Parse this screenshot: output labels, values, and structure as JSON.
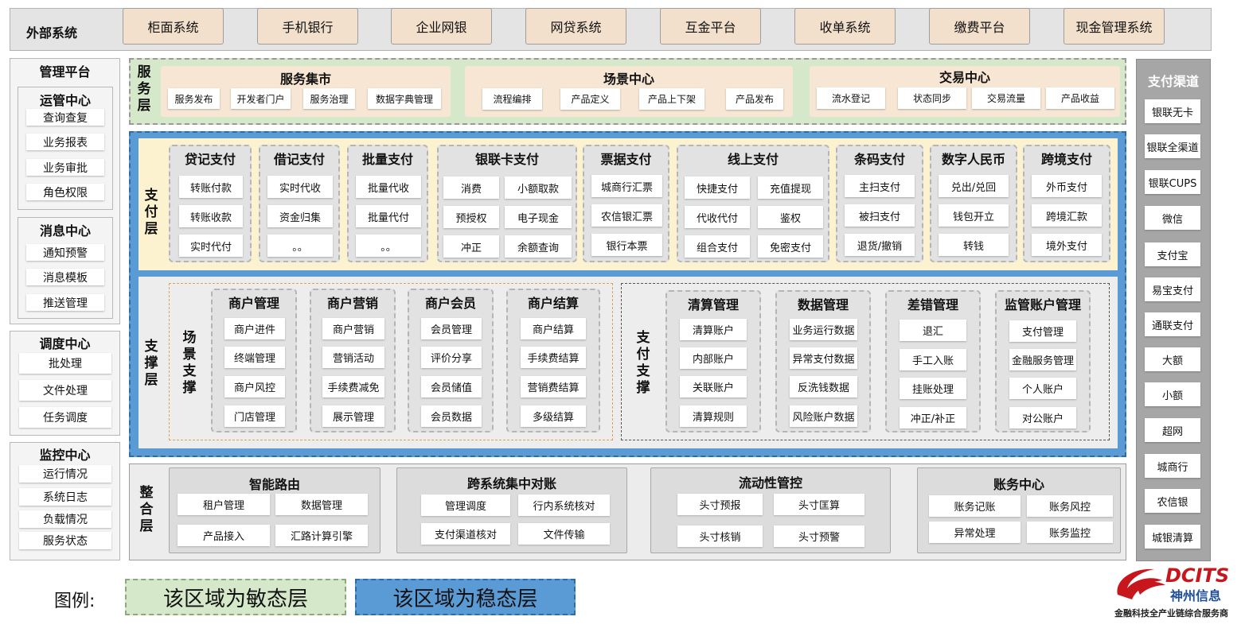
{
  "external": {
    "label": "外部系统",
    "items": [
      "柜面系统",
      "手机银行",
      "企业网银",
      "网贷系统",
      "互金平台",
      "收单系统",
      "缴费平台",
      "现金管理系统"
    ]
  },
  "mgmt": {
    "title": "管理平台",
    "sections": [
      {
        "title": "运管中心",
        "items": [
          "查询查复",
          "业务报表",
          "业务审批",
          "角色权限"
        ]
      },
      {
        "title": "消息中心",
        "items": [
          "通知预警",
          "消息模板",
          "推送管理"
        ]
      },
      {
        "title": "调度中心",
        "items": [
          "批处理",
          "文件处理",
          "任务调度"
        ]
      },
      {
        "title": "监控中心",
        "items": [
          "运行情况",
          "系统日志",
          "负载情况",
          "服务状态"
        ]
      }
    ]
  },
  "service": {
    "label": "服务层",
    "groups": [
      {
        "title": "服务集市",
        "items": [
          "服务发布",
          "开发者门户",
          "服务治理",
          "数据字典管理"
        ]
      },
      {
        "title": "场景中心",
        "items": [
          "流程编排",
          "产品定义",
          "产品上下架",
          "产品发布"
        ]
      },
      {
        "title": "交易中心",
        "items": [
          "流水登记",
          "状态同步",
          "交易流量",
          "产品收益"
        ]
      }
    ]
  },
  "payment": {
    "label": "支付层",
    "groups": [
      {
        "title": "贷记支付",
        "items": [
          "转账付款",
          "转账收款",
          "实时代付"
        ]
      },
      {
        "title": "借记支付",
        "items": [
          "实时代收",
          "资金归集",
          "。。"
        ]
      },
      {
        "title": "批量支付",
        "items": [
          "批量代收",
          "批量代付",
          "。。"
        ]
      },
      {
        "title": "银联卡支付",
        "items": [
          "消费",
          "小额取款",
          "预授权",
          "电子现金",
          "冲正",
          "余额查询"
        ]
      },
      {
        "title": "票据支付",
        "items": [
          "城商行汇票",
          "农信银汇票",
          "银行本票"
        ]
      },
      {
        "title": "线上支付",
        "items": [
          "快捷支付",
          "充值提现",
          "代收代付",
          "鉴权",
          "组合支付",
          "免密支付"
        ]
      },
      {
        "title": "条码支付",
        "items": [
          "主扫支付",
          "被扫支付",
          "退货/撤销"
        ]
      },
      {
        "title": "数字人民币",
        "items": [
          "兑出/兑回",
          "钱包开立",
          "转钱"
        ]
      },
      {
        "title": "跨境支付",
        "items": [
          "外币支付",
          "跨境汇款",
          "境外支付"
        ]
      }
    ]
  },
  "support": {
    "label": "支撑层",
    "scene": {
      "label": "场景支撑",
      "groups": [
        {
          "title": "商户管理",
          "items": [
            "商户进件",
            "终端管理",
            "商户风控",
            "门店管理"
          ]
        },
        {
          "title": "商户营销",
          "items": [
            "商户营销",
            "营销活动",
            "手续费减免",
            "展示管理"
          ]
        },
        {
          "title": "商户会员",
          "items": [
            "会员管理",
            "评价分享",
            "会员储值",
            "会员数据"
          ]
        },
        {
          "title": "商户结算",
          "items": [
            "商户结算",
            "手续费结算",
            "营销费结算",
            "多级结算"
          ]
        }
      ]
    },
    "pay": {
      "label": "支付支撑",
      "groups": [
        {
          "title": "清算管理",
          "items": [
            "清算账户",
            "内部账户",
            "关联账户",
            "清算规则"
          ]
        },
        {
          "title": "数据管理",
          "items": [
            "业务运行数据",
            "异常支付数据",
            "反洗钱数据",
            "风险账户数据"
          ]
        },
        {
          "title": "差错管理",
          "items": [
            "退汇",
            "手工入账",
            "挂账处理",
            "冲正/补正"
          ]
        },
        {
          "title": "监管账户管理",
          "items": [
            "支付管理",
            "金融服务管理",
            "个人账户",
            "对公账户"
          ]
        }
      ]
    }
  },
  "integration": {
    "label": "整合层",
    "groups": [
      {
        "title": "智能路由",
        "items": [
          "租户管理",
          "数据管理",
          "产品接入",
          "汇路计算引擎"
        ]
      },
      {
        "title": "跨系统集中对账",
        "items": [
          "管理调度",
          "行内系统核对",
          "支付渠道核对",
          "文件传输"
        ]
      },
      {
        "title": "流动性管控",
        "items": [
          "头寸预报",
          "头寸匡算",
          "头寸核销",
          "头寸预警"
        ]
      },
      {
        "title": "账务中心",
        "items": [
          "账务记账",
          "账务风控",
          "异常处理",
          "账务监控"
        ]
      }
    ]
  },
  "channels": {
    "title": "支付渠道",
    "items": [
      "银联无卡",
      "银联全渠道",
      "银联CUPS",
      "微信",
      "支付宝",
      "易宝支付",
      "通联支付",
      "大额",
      "小额",
      "超网",
      "城商行",
      "农信银",
      "城银清算"
    ]
  },
  "legend": {
    "label": "图例:",
    "agile": "该区域为敏态层",
    "stable": "该区域为稳态层"
  },
  "brand": {
    "name": "DCITS",
    "cn": "神州信息",
    "tagline": "金融科技全产业链综合服务商"
  },
  "colors": {
    "agile_fill": "#d5e8c9",
    "stable_fill": "#5b9bd5",
    "tan": "#f2e0cc",
    "brand_red": "#c8161d",
    "brand_blue": "#1f4e9a"
  }
}
